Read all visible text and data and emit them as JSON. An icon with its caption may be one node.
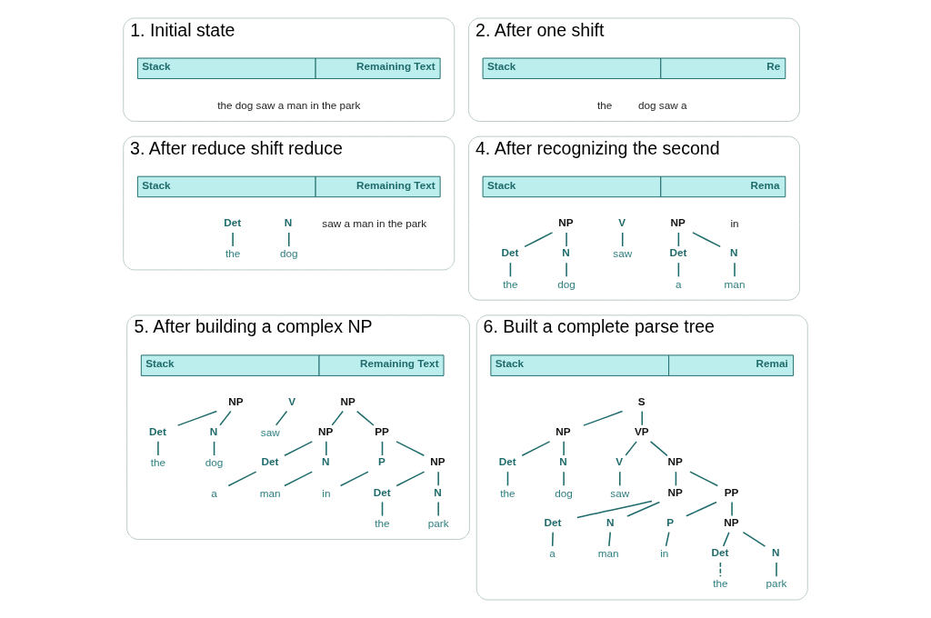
{
  "diagram": {
    "nodes": [
      {
        "text": [
          "1. Initial state"
        ]
      },
      {
        "text": [
          "Stack",
          "Remaining Text"
        ],
        "in": 0
      },
      {
        "text": [
          "the dog saw a man in the park"
        ],
        "in": 0
      },
      {
        "text": [
          "2. After one shift"
        ]
      },
      {
        "text": [
          "Stack",
          "Re"
        ],
        "in": 3
      },
      {
        "text": [
          "the"
        ],
        "in": 3
      },
      {
        "text": [
          "dog saw a"
        ],
        "in": 3
      },
      {
        "text": [
          "3. After reduce shift reduce"
        ]
      },
      {
        "text": [
          "Stack",
          "Remaining Text"
        ],
        "in": 7
      },
      {
        "text": [
          "Det"
        ],
        "in": 7
      },
      {
        "text": [
          "N"
        ],
        "in": 7
      },
      {
        "text": [
          "the"
        ],
        "in": 7
      },
      {
        "text": [
          "dog"
        ],
        "in": 7
      },
      {
        "text": [
          "saw a man in the park"
        ],
        "in": 7
      },
      {
        "text": [
          "4. After recognizing the second"
        ]
      },
      {
        "text": [
          "Stack",
          "Rema"
        ],
        "in": 14
      },
      {
        "text": [
          "NP"
        ],
        "in": 14
      },
      {
        "text": [
          "V"
        ],
        "in": 14
      },
      {
        "text": [
          "NP"
        ],
        "in": 14
      },
      {
        "text": [
          "in"
        ],
        "in": 14
      },
      {
        "text": [
          "Det"
        ],
        "in": 14
      },
      {
        "text": [
          "N"
        ],
        "in": 14
      },
      {
        "text": [
          "saw"
        ],
        "in": 14
      },
      {
        "text": [
          "Det"
        ],
        "in": 14
      },
      {
        "text": [
          "N"
        ],
        "in": 14
      },
      {
        "text": [
          "the"
        ],
        "in": 14
      },
      {
        "text": [
          "dog"
        ],
        "in": 14
      },
      {
        "text": [
          "a"
        ],
        "in": 14
      },
      {
        "text": [
          "man"
        ],
        "in": 14
      },
      {
        "text": [
          "5. After building a complex NP"
        ]
      },
      {
        "text": [
          "Stack",
          "Remaining Text"
        ],
        "in": 29
      },
      {
        "text": [
          "NP"
        ],
        "in": 29
      },
      {
        "text": [
          "V"
        ],
        "in": 29
      },
      {
        "text": [
          "NP"
        ],
        "in": 29
      },
      {
        "text": [
          "Det"
        ],
        "in": 29
      },
      {
        "text": [
          "N"
        ],
        "in": 29
      },
      {
        "text": [
          "saw"
        ],
        "in": 29
      },
      {
        "text": [
          "NP"
        ],
        "in": 29
      },
      {
        "text": [
          "PP"
        ],
        "in": 29
      },
      {
        "text": [
          "the"
        ],
        "in": 29
      },
      {
        "text": [
          "dog"
        ],
        "in": 29
      },
      {
        "text": [
          "Det"
        ],
        "in": 29
      },
      {
        "text": [
          "N"
        ],
        "in": 29
      },
      {
        "text": [
          "P"
        ],
        "in": 29
      },
      {
        "text": [
          "NP"
        ],
        "in": 29
      },
      {
        "text": [
          "a"
        ],
        "in": 29
      },
      {
        "text": [
          "man"
        ],
        "in": 29
      },
      {
        "text": [
          "in"
        ],
        "in": 29
      },
      {
        "text": [
          "Det"
        ],
        "in": 29
      },
      {
        "text": [
          "N"
        ],
        "in": 29
      },
      {
        "text": [
          "the"
        ],
        "in": 29
      },
      {
        "text": [
          "park"
        ],
        "in": 29
      },
      {
        "text": [
          "6. Built a complete parse tree"
        ]
      },
      {
        "text": [
          "Stack",
          "Remai"
        ],
        "in": 52
      },
      {
        "text": [
          "S"
        ],
        "in": 52
      },
      {
        "text": [
          "NP"
        ],
        "in": 52
      },
      {
        "text": [
          "VP"
        ],
        "in": 52
      },
      {
        "text": [
          "Det"
        ],
        "in": 52
      },
      {
        "text": [
          "N"
        ],
        "in": 52
      },
      {
        "text": [
          "V"
        ],
        "in": 52
      },
      {
        "text": [
          "NP"
        ],
        "in": 52
      },
      {
        "text": [
          "the"
        ],
        "in": 52
      },
      {
        "text": [
          "dog"
        ],
        "in": 52
      },
      {
        "text": [
          "saw"
        ],
        "in": 52
      },
      {
        "text": [
          "NP"
        ],
        "in": 52
      },
      {
        "text": [
          "PP"
        ],
        "in": 52
      },
      {
        "text": [
          "Det"
        ],
        "in": 52
      },
      {
        "text": [
          "N"
        ],
        "in": 52
      },
      {
        "text": [
          "P"
        ],
        "in": 52
      },
      {
        "text": [
          "NP"
        ],
        "in": 52
      },
      {
        "text": [
          "a"
        ],
        "in": 52
      },
      {
        "text": [
          "man"
        ],
        "in": 52
      },
      {
        "text": [
          "in"
        ],
        "in": 52
      },
      {
        "text": [
          "Det"
        ],
        "in": 52
      },
      {
        "text": [
          "N"
        ],
        "in": 52
      },
      {
        "text": [
          "the"
        ],
        "in": 52
      },
      {
        "text": [
          "park"
        ],
        "in": 52
      }
    ],
    "edges": [
      {
        "from": 9,
        "to": 11,
        "arrow": "none"
      },
      {
        "from": 10,
        "to": 12,
        "arrow": "none"
      },
      {
        "from": 16,
        "to": 20,
        "arrow": "none"
      },
      {
        "from": 16,
        "to": 21,
        "arrow": "none"
      },
      {
        "from": 17,
        "to": 22,
        "arrow": "none"
      },
      {
        "from": 18,
        "to": 23,
        "arrow": "none"
      },
      {
        "from": 18,
        "to": 24,
        "arrow": "none"
      },
      {
        "from": 20,
        "to": 25,
        "arrow": "none"
      },
      {
        "from": 21,
        "to": 26,
        "arrow": "none"
      },
      {
        "from": 23,
        "to": 27,
        "arrow": "none"
      },
      {
        "from": 24,
        "to": 28,
        "arrow": "none"
      },
      {
        "from": 31,
        "to": 34,
        "arrow": "none"
      },
      {
        "from": 31,
        "to": 35,
        "arrow": "none"
      },
      {
        "from": 32,
        "to": 36,
        "arrow": "none"
      },
      {
        "from": 33,
        "to": 37,
        "arrow": "none"
      },
      {
        "from": 33,
        "to": 38,
        "arrow": "none"
      },
      {
        "from": 34,
        "to": 39,
        "arrow": "none"
      },
      {
        "from": 35,
        "to": 40,
        "arrow": "none"
      },
      {
        "from": 37,
        "to": 41,
        "arrow": "none"
      },
      {
        "from": 37,
        "to": 42,
        "arrow": "none"
      },
      {
        "from": 38,
        "to": 43,
        "arrow": "none"
      },
      {
        "from": 38,
        "to": 44,
        "arrow": "none"
      },
      {
        "from": 41,
        "to": 45,
        "arrow": "none"
      },
      {
        "from": 42,
        "to": 46,
        "arrow": "none"
      },
      {
        "from": 43,
        "to": 47,
        "arrow": "none"
      },
      {
        "from": 44,
        "to": 48,
        "arrow": "none"
      },
      {
        "from": 44,
        "to": 49,
        "arrow": "none"
      },
      {
        "from": 48,
        "to": 50,
        "arrow": "none"
      },
      {
        "from": 49,
        "to": 51,
        "arrow": "none"
      },
      {
        "from": 54,
        "to": 55,
        "arrow": "none"
      },
      {
        "from": 54,
        "to": 56,
        "arrow": "none"
      },
      {
        "from": 55,
        "to": 57,
        "arrow": "none"
      },
      {
        "from": 55,
        "to": 58,
        "arrow": "none"
      },
      {
        "from": 56,
        "to": 59,
        "arrow": "none"
      },
      {
        "from": 56,
        "to": 60,
        "arrow": "none"
      },
      {
        "from": 57,
        "to": 61,
        "arrow": "none"
      },
      {
        "from": 58,
        "to": 62,
        "arrow": "none"
      },
      {
        "from": 59,
        "to": 63,
        "arrow": "none"
      },
      {
        "from": 60,
        "to": 64,
        "arrow": "none"
      },
      {
        "from": 60,
        "to": 65,
        "arrow": "none"
      },
      {
        "from": 64,
        "to": 66,
        "arrow": "none"
      },
      {
        "from": 64,
        "to": 67,
        "arrow": "none"
      },
      {
        "from": 65,
        "to": 68,
        "arrow": "none"
      },
      {
        "from": 65,
        "to": 69,
        "arrow": "none"
      },
      {
        "from": 66,
        "to": 70,
        "arrow": "none"
      },
      {
        "from": 67,
        "to": 71,
        "arrow": "none"
      },
      {
        "from": 68,
        "to": 72,
        "arrow": "none"
      },
      {
        "from": 69,
        "to": 73,
        "arrow": "none"
      },
      {
        "from": 69,
        "to": 74,
        "arrow": "none"
      },
      {
        "from": 73,
        "to": 75,
        "arrow": "none",
        "style": "dashed"
      },
      {
        "from": 74,
        "to": 76,
        "arrow": "none"
      }
    ]
  }
}
